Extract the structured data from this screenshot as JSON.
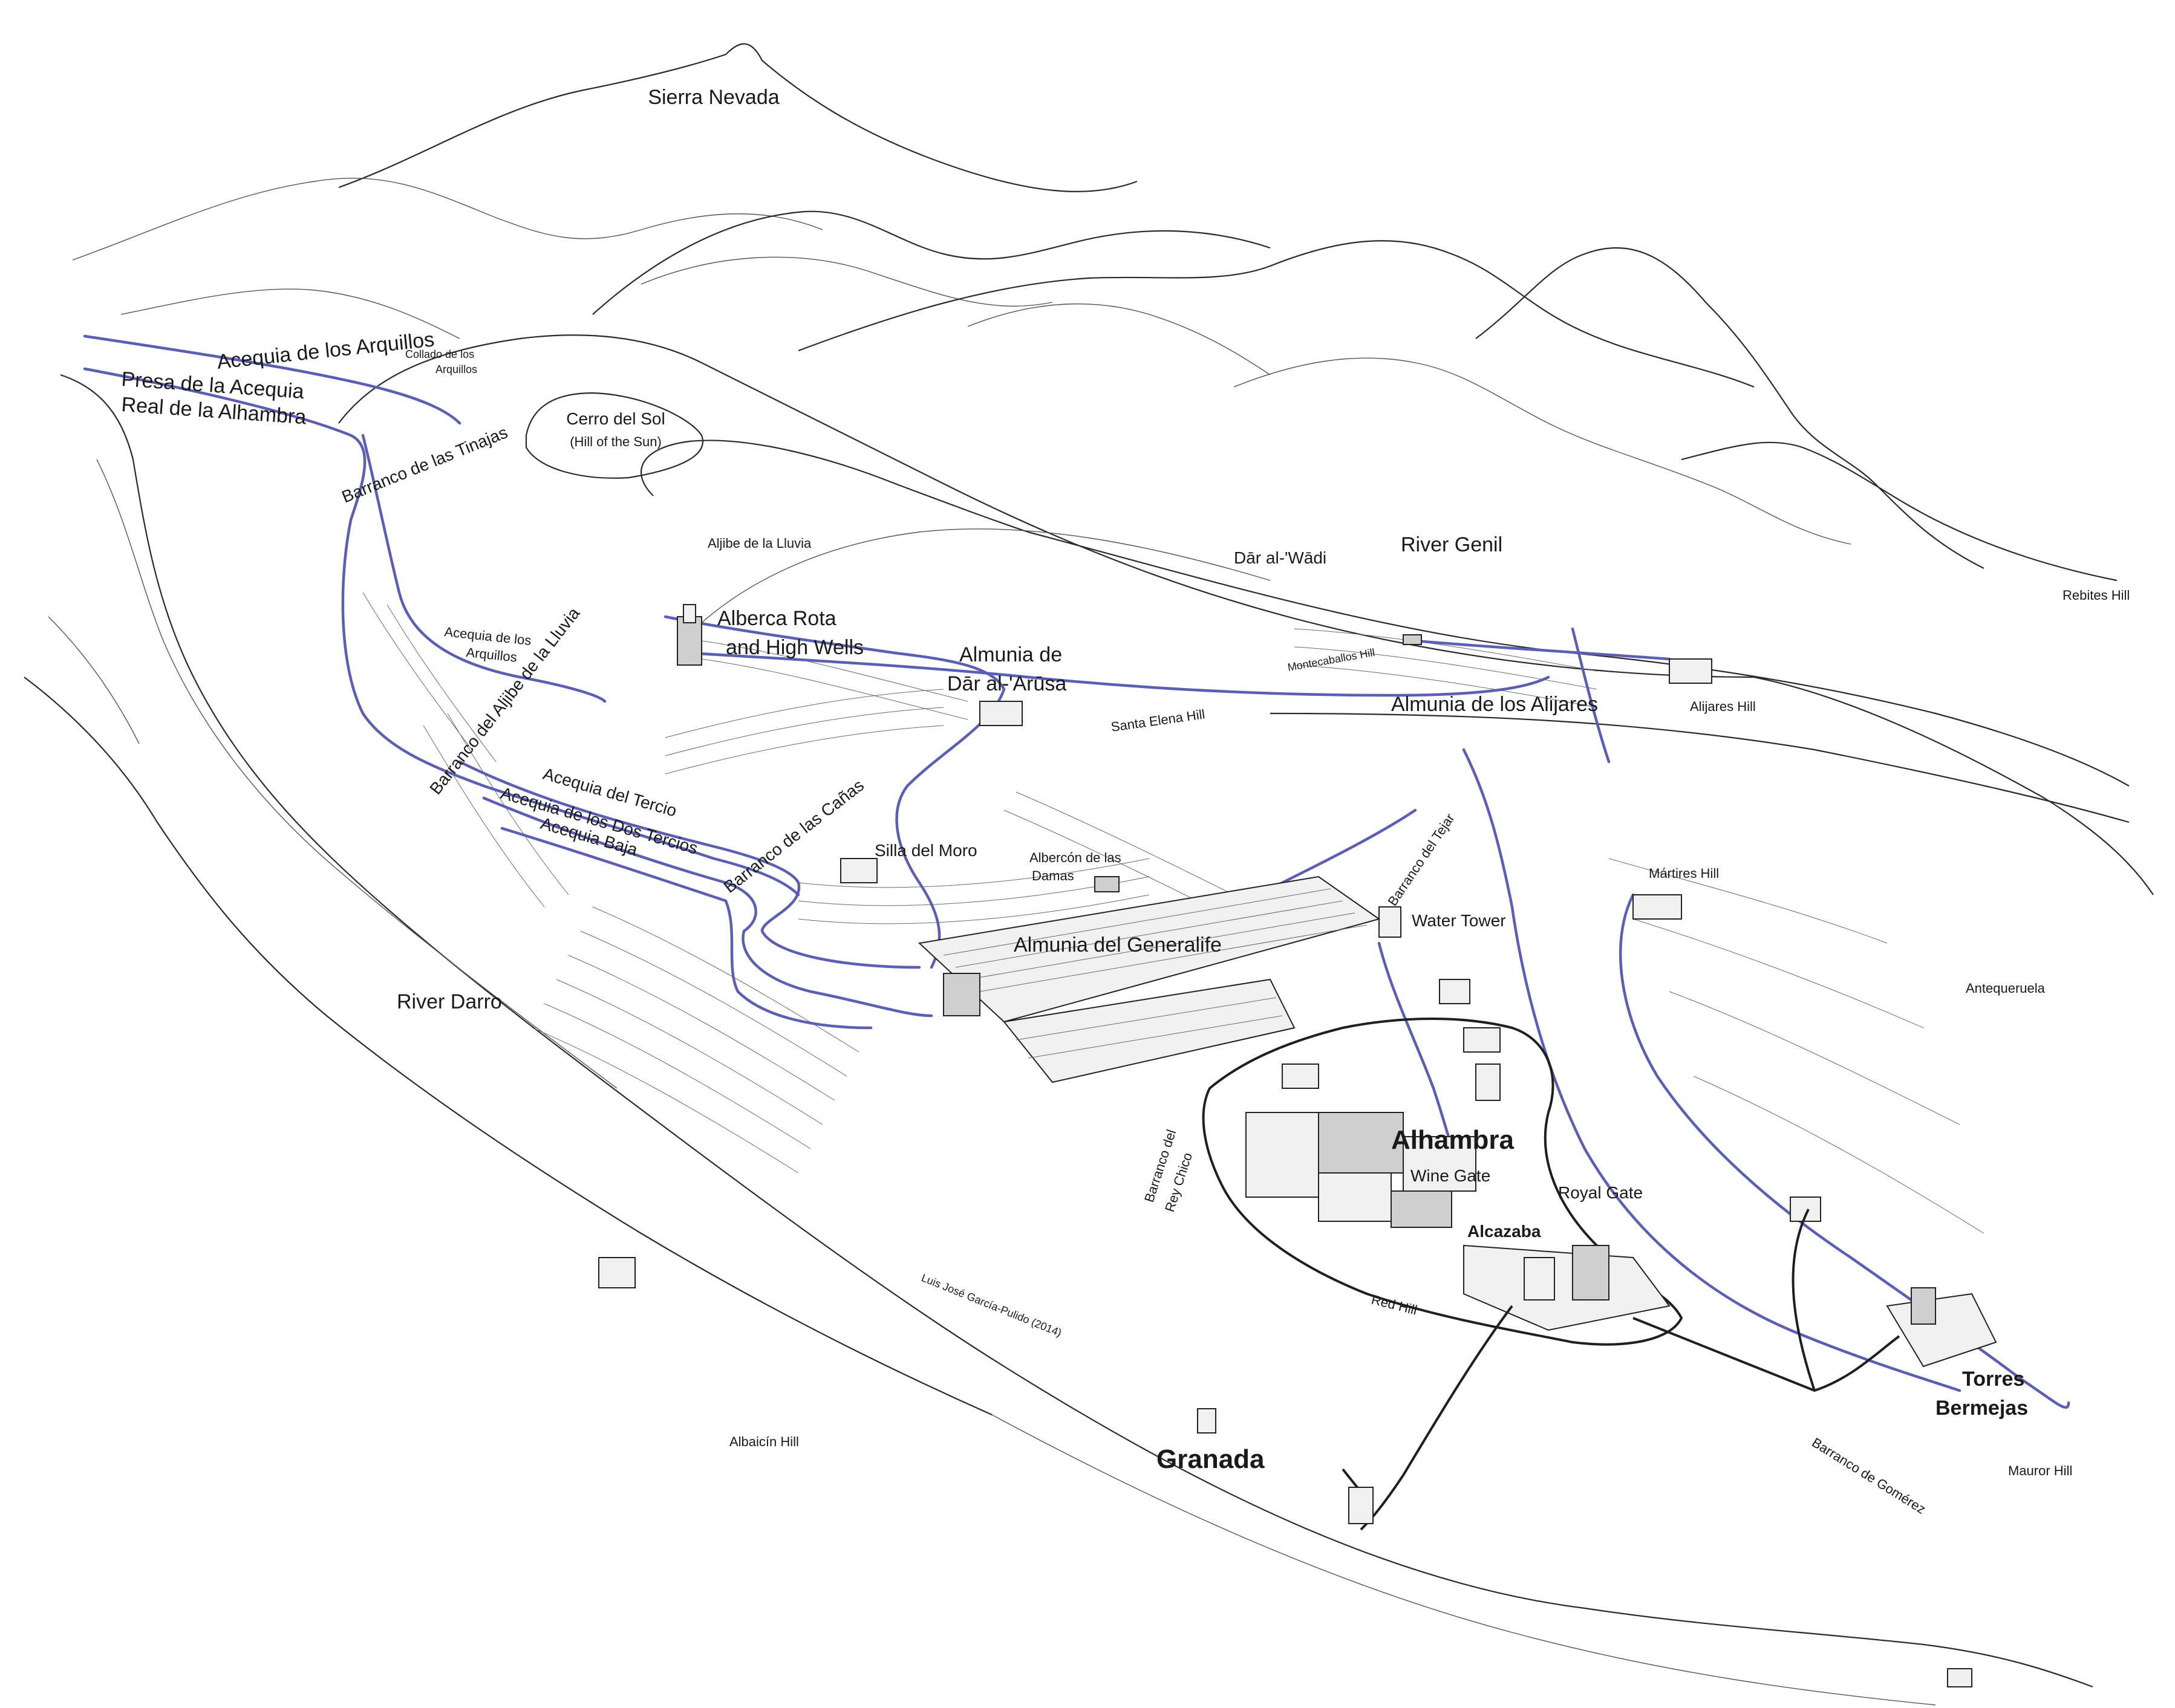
{
  "map": {
    "credit": "Luis José García-Pulido (2014)",
    "colors": {
      "water": "#5b5fb3",
      "ink": "#1a1a1a",
      "paper": "#ffffff"
    },
    "labels": {
      "sierra_nevada": "Sierra Nevada",
      "acequia_arquillos_top": "Acequia de los Arquillos",
      "collado_1": "Collado de los",
      "collado_2": "Arquillos",
      "presa_1": "Presa de la Acequia",
      "presa_2": "Real de la Alhambra",
      "barranco_tinajas": "Barranco de las Tinajas",
      "cerro_sol": "Cerro del Sol",
      "cerro_sol_sub": "(Hill of the Sun)",
      "aljibe_lluvia": "Aljibe de la Lluvia",
      "dar_al_wadi": "Dār al-'Wādi",
      "river_genil": "River Genil",
      "rebites_hill": "Rebites Hill",
      "alberca_1": "Alberca Rota",
      "alberca_2": "and High Wells",
      "almunia_arusa_1": "Almunia de",
      "almunia_arusa_2": "Dār al-'Arūsa",
      "acequia_arquillos_mid_1": "Acequia de los",
      "acequia_arquillos_mid_2": "Arquillos",
      "barranco_aljibe": "Barranco del Aljibe de la Lluvia",
      "montecaballos": "Montecaballos Hill",
      "almunia_alijares": "Almunia de los Alijares",
      "alijares_hill": "Alijares Hill",
      "santa_elena": "Santa Elena Hill",
      "acequia_tercio": "Acequia del Tercio",
      "acequia_dos_tercios": "Acequia de los Dos Tercios",
      "acequia_baja": "Acequia Baja",
      "barranco_canas": "Barranco de las Cañas",
      "silla_moro": "Silla del Moro",
      "albercon_1": "Albercón de las",
      "albercon_2": "Damas",
      "barranco_tejar": "Barranco del Tejar",
      "martires": "Mártires Hill",
      "water_tower": "Water Tower",
      "almunia_generalife": "Almunia del Generalife",
      "river_darro": "River Darro",
      "antequeruela": "Antequeruela",
      "barranco_rey_chico_1": "Barranco del",
      "barranco_rey_chico_2": "Rey Chico",
      "alhambra": "Alhambra",
      "wine_gate": "Wine Gate",
      "royal_gate": "Royal Gate",
      "alcazaba": "Alcazaba",
      "red_hill": "Red Hill",
      "torres_1": "Torres",
      "torres_2": "Bermejas",
      "albaicin": "Albaicín Hill",
      "granada": "Granada",
      "barranco_gomerez": "Barranco de Gomérez",
      "mauror": "Mauror Hill"
    }
  }
}
